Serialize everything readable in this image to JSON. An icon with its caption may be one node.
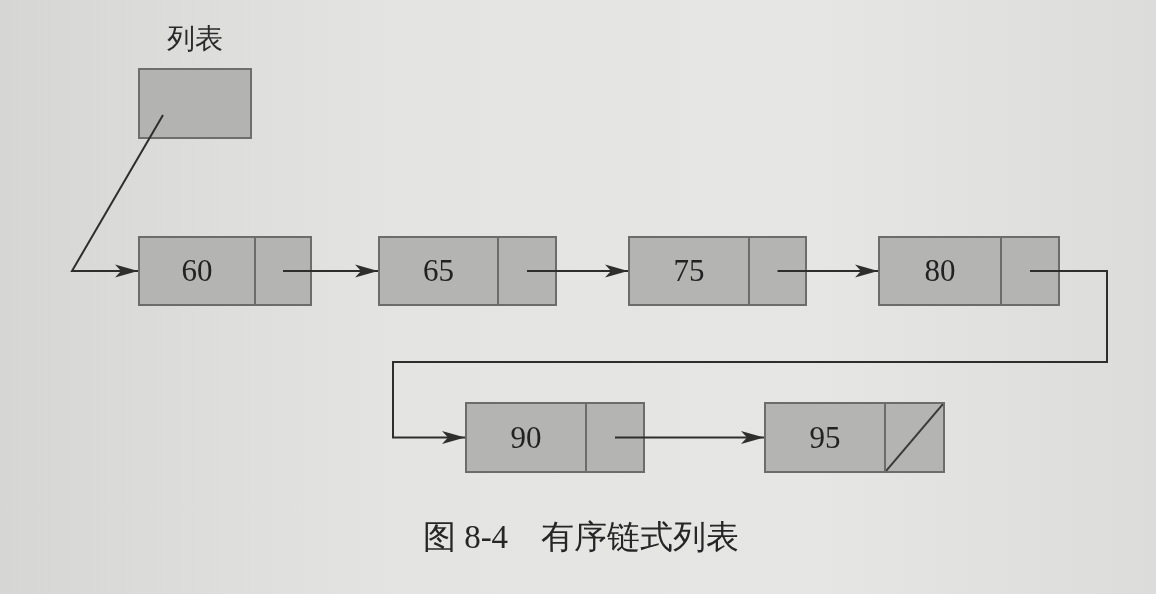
{
  "diagram": {
    "caption": "图 8-4　有序链式列表",
    "nodes": [
      {
        "text": [
          "列表"
        ]
      },
      {
        "text": [
          "60"
        ]
      },
      {
        "text": [
          "65"
        ]
      },
      {
        "text": [
          "75"
        ]
      },
      {
        "text": [
          "80"
        ]
      },
      {
        "text": [
          "90"
        ]
      },
      {
        "text": [
          "95"
        ]
      }
    ],
    "edges": [
      {
        "from": 0,
        "to": 1,
        "arrow": "to"
      },
      {
        "from": 1,
        "to": 2,
        "arrow": "to"
      },
      {
        "from": 2,
        "to": 3,
        "arrow": "to"
      },
      {
        "from": 3,
        "to": 4,
        "arrow": "to"
      },
      {
        "from": 4,
        "to": 5,
        "arrow": "to"
      },
      {
        "from": 5,
        "to": 6,
        "arrow": "to"
      }
    ]
  }
}
